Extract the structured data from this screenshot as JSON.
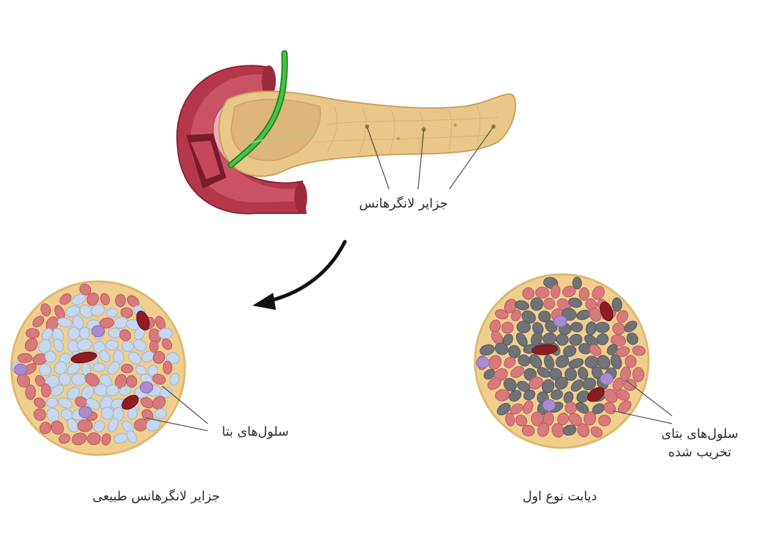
{
  "labels": {
    "islets": "جزایر لانگرهانس",
    "beta_cells": "سلول‌های بتا",
    "destroyed_line1": "سلول‌های بتای",
    "destroyed_line2": "تخریب شده",
    "normal_islet": "جزایر لانگرهانس طبیعی",
    "type1_diabetes": "دیابت نوع اول"
  },
  "colors": {
    "pancreas": "#e9c788",
    "pancreas_dark": "#c9a05e",
    "duodenum": "#b5384a",
    "duodenum_light": "#d9697a",
    "duct": "#2fa82f",
    "islet_bg": "#f0cf8e",
    "alpha_cell": "#d87a7c",
    "beta_cell": "#c6d7ee",
    "delta_cell": "#a98bd0",
    "destroyed_cell": "#6f7378",
    "vessel": "#8e1c22",
    "arrow": "#111111",
    "pointer": "#555555"
  }
}
